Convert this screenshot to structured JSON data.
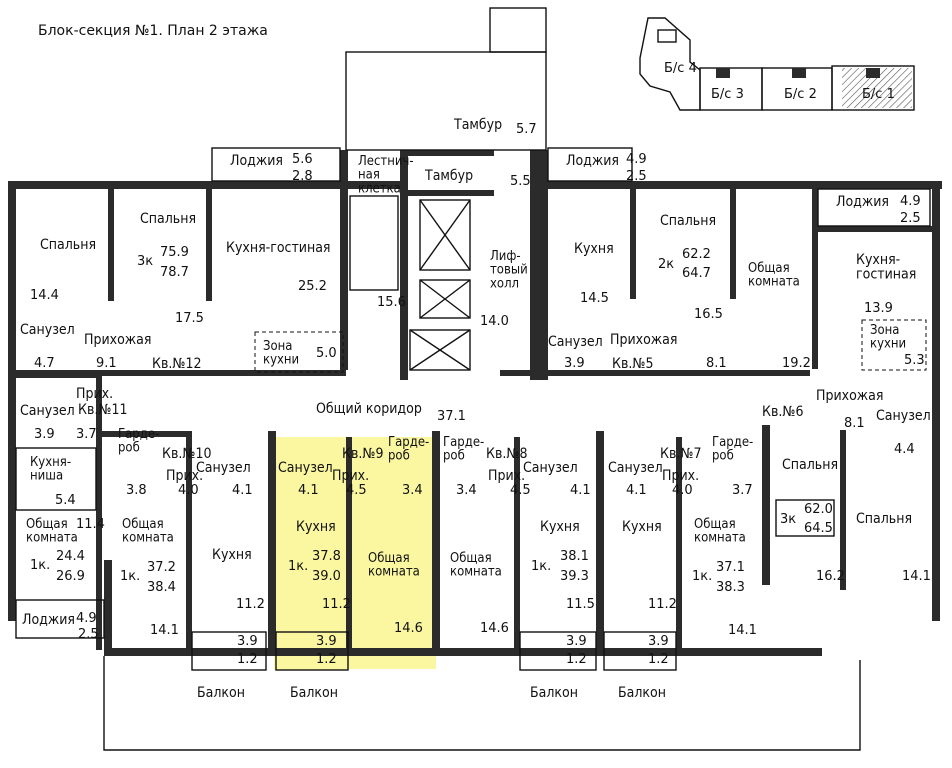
{
  "title": "Блок-секция №1. План 2 этажа",
  "key_plan": [
    "Б/с 4",
    "Б/с 3",
    "Б/с 2",
    "Б/с 1"
  ],
  "common": {
    "corridor": "Общий коридор",
    "corridor_area": "37.1",
    "stair": "Лестнич-\nная\nклетка",
    "stair_area": "15.6",
    "lift_hall": "Лиф-\nтовый\nхолл",
    "lift_hall_area": "14.0",
    "tambur1": "Тамбур",
    "tambur1_area": "5.7",
    "tambur2": "Тамбур",
    "tambur2_area": "5.5"
  },
  "apartments": {
    "kv12": {
      "label": "Кв.№12",
      "rooms": "3к",
      "area_living": "75.9",
      "area_total": "78.7",
      "spalnya1": "Спальня",
      "spalnya1_area": "14.4",
      "spalnya2": "Спальня",
      "spalnya2_area": "17.5",
      "kitchen": "Кухня-гостиная",
      "kitchen_area": "25.2",
      "zone": "Зона\nкухни",
      "zone_area": "5.0",
      "loggia": "Лоджия",
      "loggia_a": "5.6",
      "loggia_b": "2.8",
      "bath": "Санузел",
      "bath_area": "4.7",
      "hall": "Прихожая",
      "hall_area": "9.1"
    },
    "kv11": {
      "label": "Кв.№11",
      "rooms": "1к.",
      "area_living": "24.4",
      "area_total": "26.9",
      "bath": "Санузел",
      "bath_area": "3.9",
      "hall": "Прих.",
      "hall_area": "3.7",
      "kitchen": "Кухня-\nниша",
      "kitchen_area": "5.4",
      "room": "Общая\nкомната",
      "room_area": "11.4",
      "loggia": "Лоджия",
      "loggia_a": "4.9",
      "loggia_b": "2.5"
    },
    "kv10": {
      "label": "Кв.№10",
      "rooms": "1к.",
      "area_living": "37.2",
      "area_total": "38.4",
      "wardrobe": "Гарде-\nроб",
      "wardrobe_area": "3.8",
      "hall": "Прих.",
      "hall_area": "4.0",
      "bath": "Санузел",
      "bath_area": "4.1",
      "room": "Общая\nкомната",
      "room_area": "14.1",
      "kitchen": "Кухня",
      "kitchen_area": "11.2",
      "balcony": "Балкон",
      "balcony_a": "3.9",
      "balcony_b": "1.2"
    },
    "kv9": {
      "label": "Кв.№9",
      "rooms": "1к.",
      "area_living": "37.8",
      "area_total": "39.0",
      "bath": "Санузел",
      "bath_area": "4.1",
      "hall": "Прих.",
      "hall_area": "4.5",
      "wardrobe": "Гарде-\nроб",
      "wardrobe_area": "3.4",
      "kitchen": "Кухня",
      "kitchen_area": "11.2",
      "room": "Общая\nкомната",
      "room_area": "14.6",
      "balcony": "Балкон",
      "balcony_a": "3.9",
      "balcony_b": "1.2"
    },
    "kv8": {
      "label": "Кв.№8",
      "rooms": "1к.",
      "area_living": "38.1",
      "area_total": "39.3",
      "wardrobe": "Гарде-\nроб",
      "wardrobe_area": "3.4",
      "hall": "Прих.",
      "hall_area": "4.5",
      "bath": "Санузел",
      "bath_area": "4.1",
      "room": "Общая\nкомната",
      "room_area": "14.6",
      "kitchen": "Кухня",
      "kitchen_area": "11.5",
      "balcony": "Балкон",
      "balcony_a": "3.9",
      "balcony_b": "1.2"
    },
    "kv7": {
      "label": "Кв.№7",
      "rooms": "1к.",
      "area_living": "37.1",
      "area_total": "38.3",
      "bath": "Санузел",
      "bath_area": "4.1",
      "hall": "Прих.",
      "hall_area": "4.0",
      "wardrobe": "Гарде-\nроб",
      "wardrobe_area": "3.7",
      "kitchen": "Кухня",
      "kitchen_area": "11.2",
      "room": "Общая\nкомната",
      "room_area": "14.1",
      "balcony": "Балкон",
      "balcony_a": "3.9",
      "balcony_b": "1.2"
    },
    "kv6": {
      "label": "Кв.№6",
      "rooms": "3к",
      "area_living": "62.0",
      "area_total": "64.5",
      "kitchen": "Кухня-\nгостиная",
      "kitchen_area": "13.9",
      "zone": "Зона\nкухни",
      "zone_area": "5.3",
      "loggia": "Лоджия",
      "loggia_a": "4.9",
      "loggia_b": "2.5",
      "hall": "Прихожая",
      "hall_area": "8.1",
      "bath": "Санузел",
      "bath_area": "4.4",
      "spalnya1": "Спальня",
      "spalnya1_area": "16.2",
      "spalnya2": "Спальня",
      "spalnya2_area": "14.1"
    },
    "kv5": {
      "label": "Кв.№5",
      "rooms": "2к",
      "area_living": "62.2",
      "area_total": "64.7",
      "kitchen": "Кухня",
      "kitchen_area": "14.5",
      "spalnya": "Спальня",
      "spalnya_area": "16.5",
      "room": "Общая\nкомната",
      "room_area": "19.2",
      "loggia": "Лоджия",
      "loggia_a": "4.9",
      "loggia_b": "2.5",
      "bath": "Санузел",
      "bath_area": "3.9",
      "hall": "Прихожая",
      "hall_area": "8.1"
    }
  },
  "colors": {
    "highlight": "#fbf7a0",
    "wall": "#2b2b2b",
    "hatch": "#555555"
  }
}
